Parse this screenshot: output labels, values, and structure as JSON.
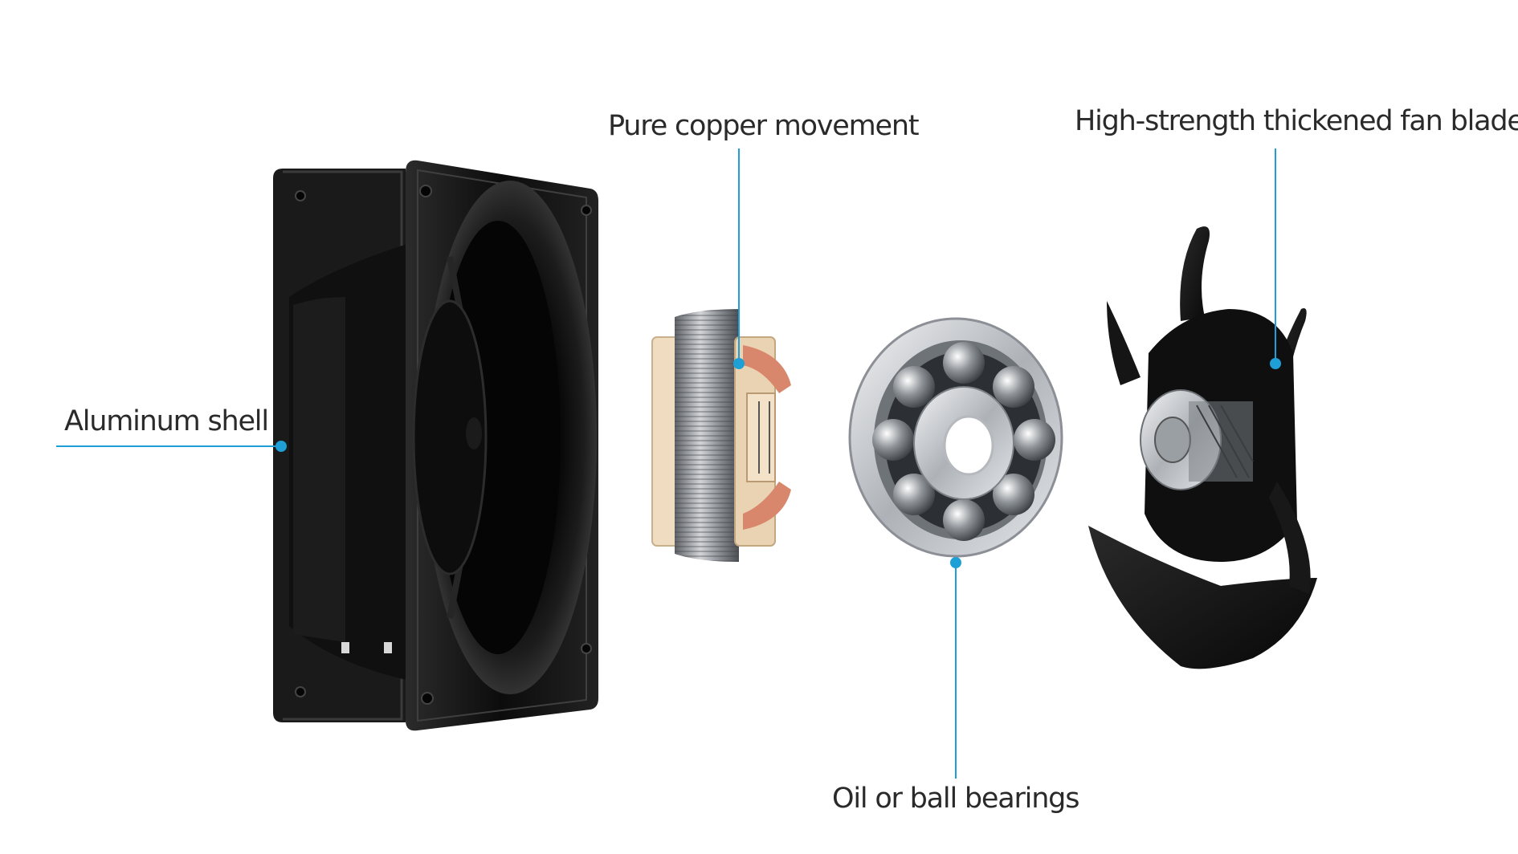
{
  "labels": {
    "shell": "Aluminum shell",
    "copper": "Pure copper movement",
    "blades": "High-strength thickened fan blades",
    "bearings": "Oil or ball bearings"
  },
  "colors": {
    "callout": "#1e9fd6",
    "frame": "#141414",
    "steel": "#c9ccd0",
    "copper": "#d9876c",
    "bobbin": "#f0dcc0"
  }
}
